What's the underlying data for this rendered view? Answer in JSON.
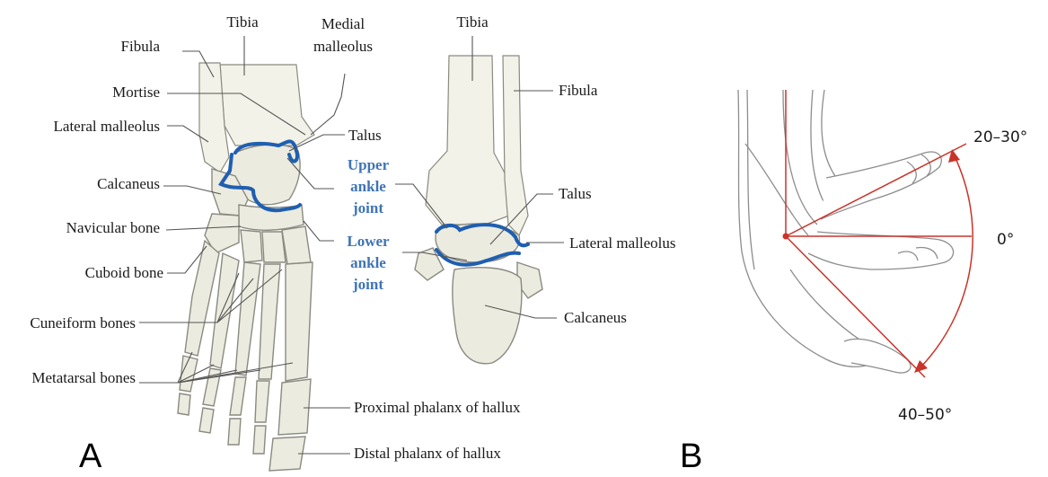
{
  "panel_a": {
    "letter": "A",
    "front_labels": {
      "tibia": "Tibia",
      "medial_malleolus_1": "Medial",
      "medial_malleolus_2": "malleolus",
      "fibula": "Fibula",
      "mortise": "Mortise",
      "lateral_malleolus": "Lateral malleolus",
      "talus": "Talus",
      "calcaneus": "Calcaneus",
      "navicular": "Navicular bone",
      "cuboid": "Cuboid bone",
      "cuneiform": "Cuneiform bones",
      "metatarsal": "Metatarsal bones",
      "proximal_phalanx": "Proximal phalanx of hallux",
      "distal_phalanx": "Distal phalanx of hallux"
    },
    "joint_labels": {
      "upper_1": "Upper",
      "upper_2": "ankle",
      "upper_3": "joint",
      "lower_1": "Lower",
      "lower_2": "ankle",
      "lower_3": "joint"
    },
    "back_labels": {
      "tibia": "Tibia",
      "fibula": "Fibula",
      "talus": "Talus",
      "lateral_malleolus": "Lateral malleolus",
      "calcaneus": "Calcaneus"
    },
    "colors": {
      "joint_line": "#1f5fb0",
      "joint_text": "#3f74b5"
    }
  },
  "panel_b": {
    "letter": "B",
    "angle_labels": {
      "dorsiflexion": "20–30°",
      "neutral": "0°",
      "plantarflexion": "40–50°"
    },
    "colors": {
      "angle_lines": "#c9342a"
    }
  }
}
